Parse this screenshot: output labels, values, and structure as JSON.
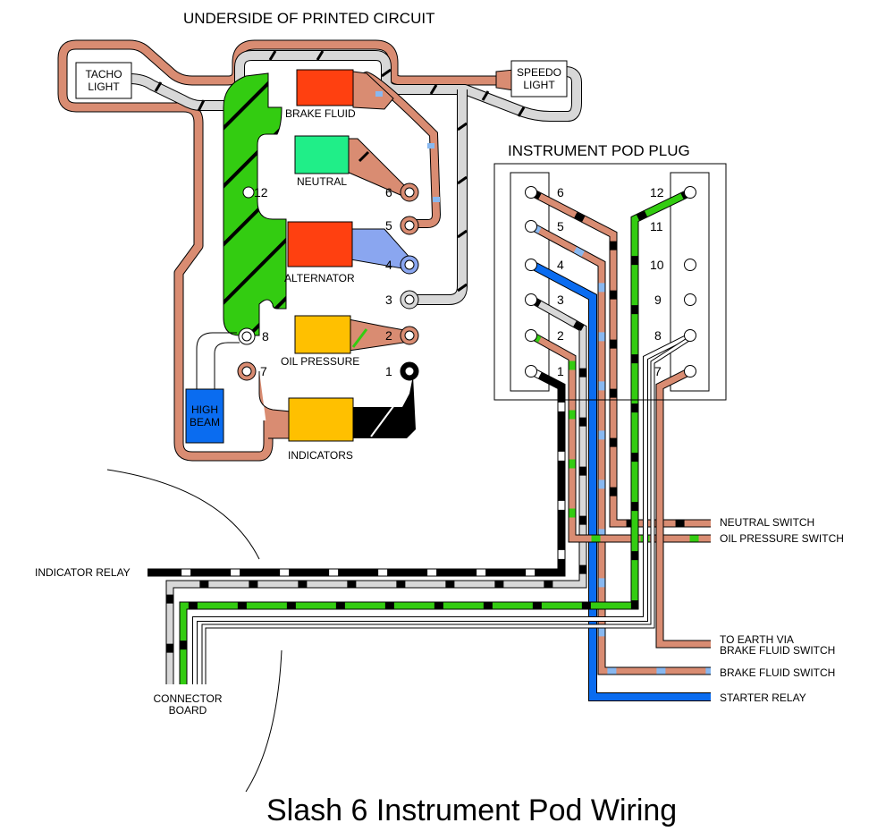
{
  "title": "Slash 6 Instrument Pod Wiring",
  "circuit": {
    "heading": "UNDERSIDE OF PRINTED CIRCUIT",
    "lamps": [
      {
        "id": "tacho",
        "label_lines": [
          "TACHO",
          "LIGHT"
        ]
      },
      {
        "id": "speedo",
        "label_lines": [
          "SPEEDO",
          "LIGHT"
        ]
      },
      {
        "id": "high-beam",
        "label_lines": [
          "HIGH",
          "BEAM"
        ],
        "color": "#0a6cf0"
      },
      {
        "id": "brake-fluid",
        "label": "BRAKE FLUID",
        "color": "#ff4010"
      },
      {
        "id": "neutral",
        "label": "NEUTRAL",
        "color": "#20ee88"
      },
      {
        "id": "alternator",
        "label": "ALTERNATOR",
        "color": "#ff4010"
      },
      {
        "id": "oil-pressure",
        "label": "OIL PRESSURE",
        "color": "#ffc000"
      },
      {
        "id": "indicators",
        "label": "INDICATORS",
        "color": "#ffc000"
      }
    ],
    "pins": [
      "1",
      "2",
      "3",
      "4",
      "5",
      "6",
      "7",
      "8",
      "12"
    ]
  },
  "plug": {
    "heading": "INSTRUMENT POD PLUG",
    "left_pins": [
      "6",
      "5",
      "4",
      "3",
      "2",
      "1"
    ],
    "right_pins": [
      "12",
      "11",
      "10",
      "9",
      "8",
      "7"
    ]
  },
  "outputs": {
    "neutral_switch": "NEUTRAL SWITCH",
    "oil_pressure_switch": "OIL PRESSURE SWITCH",
    "earth_via_brake_line1": "TO EARTH VIA",
    "earth_via_brake_line2": "BRAKE FLUID SWITCH",
    "brake_fluid_switch": "BRAKE FLUID SWITCH",
    "starter_relay": "STARTER RELAY",
    "indicator_relay": "INDICATOR RELAY",
    "connector_board_line1": "CONNECTOR",
    "connector_board_line2": "BOARD"
  },
  "wire_colors": {
    "brown": "#d98c72",
    "green": "#33cc11",
    "blue": "#0a6cf0",
    "light_blue": "#88b8f0",
    "grey": "#d8d8d8",
    "black": "#000000",
    "white": "#ffffff"
  }
}
